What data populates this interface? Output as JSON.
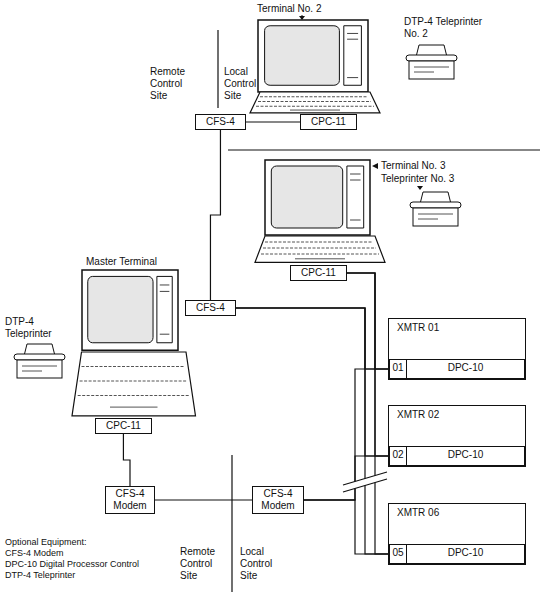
{
  "diagram": {
    "nodes": [
      {
        "text": [
          "CPC-11"
        ]
      },
      {
        "text": [
          "CFS-4"
        ]
      },
      {
        "text": [
          "CPC-11"
        ]
      },
      {
        "text": [
          "CFS-4"
        ]
      },
      {
        "text": [
          "XMTR 01"
        ]
      },
      {
        "text": [
          "01"
        ],
        "in": 4
      },
      {
        "text": [
          "DPC-10"
        ],
        "in": 4
      },
      {
        "text": [
          "CPC-11"
        ]
      },
      {
        "text": [
          "XMTR 02"
        ]
      },
      {
        "text": [
          "02"
        ],
        "in": 8
      },
      {
        "text": [
          "DPC-10"
        ],
        "in": 8
      },
      {
        "text": [
          "CFS-4 Modem"
        ]
      },
      {
        "text": [
          "CFS-4 Modem"
        ]
      },
      {
        "text": [
          "XMTR 06"
        ]
      },
      {
        "text": [
          "05"
        ],
        "in": 13
      },
      {
        "text": [
          "DPC-10"
        ],
        "in": 13
      }
    ],
    "edges": [
      {
        "from": 1,
        "to": 0,
        "arrow": "none"
      },
      {
        "from": 1,
        "to": 3,
        "arrow": "none"
      },
      {
        "from": 3,
        "to": 5,
        "arrow": "none"
      },
      {
        "from": 3,
        "to": 9,
        "arrow": "none"
      },
      {
        "from": 3,
        "to": 14,
        "arrow": "none"
      },
      {
        "from": 2,
        "to": 5,
        "arrow": "none"
      },
      {
        "from": 2,
        "to": 9,
        "arrow": "none"
      },
      {
        "from": 2,
        "to": 14,
        "arrow": "none"
      },
      {
        "from": 7,
        "to": 11,
        "arrow": "none"
      },
      {
        "from": 11,
        "to": 12,
        "arrow": "none"
      },
      {
        "from": 12,
        "to": 5,
        "arrow": "none"
      },
      {
        "from": 12,
        "to": 9,
        "arrow": "none"
      },
      {
        "from": 12,
        "to": 14,
        "arrow": "none"
      }
    ],
    "labels": [
      "Terminal No. 2",
      "DTP-4 Teleprinter No. 2",
      "Remote Control Site",
      "Local Control Site",
      "Terminal No. 3",
      "Teleprinter No. 3",
      "Master Terminal",
      "DTP-4 Teleprinter",
      "Remote Control Site",
      "Local Control Site",
      "Optional Equipment:",
      "CFS-4 Modem",
      "DPC-10 Digital Processor Control",
      "DTP-4 Teleprinter"
    ]
  }
}
